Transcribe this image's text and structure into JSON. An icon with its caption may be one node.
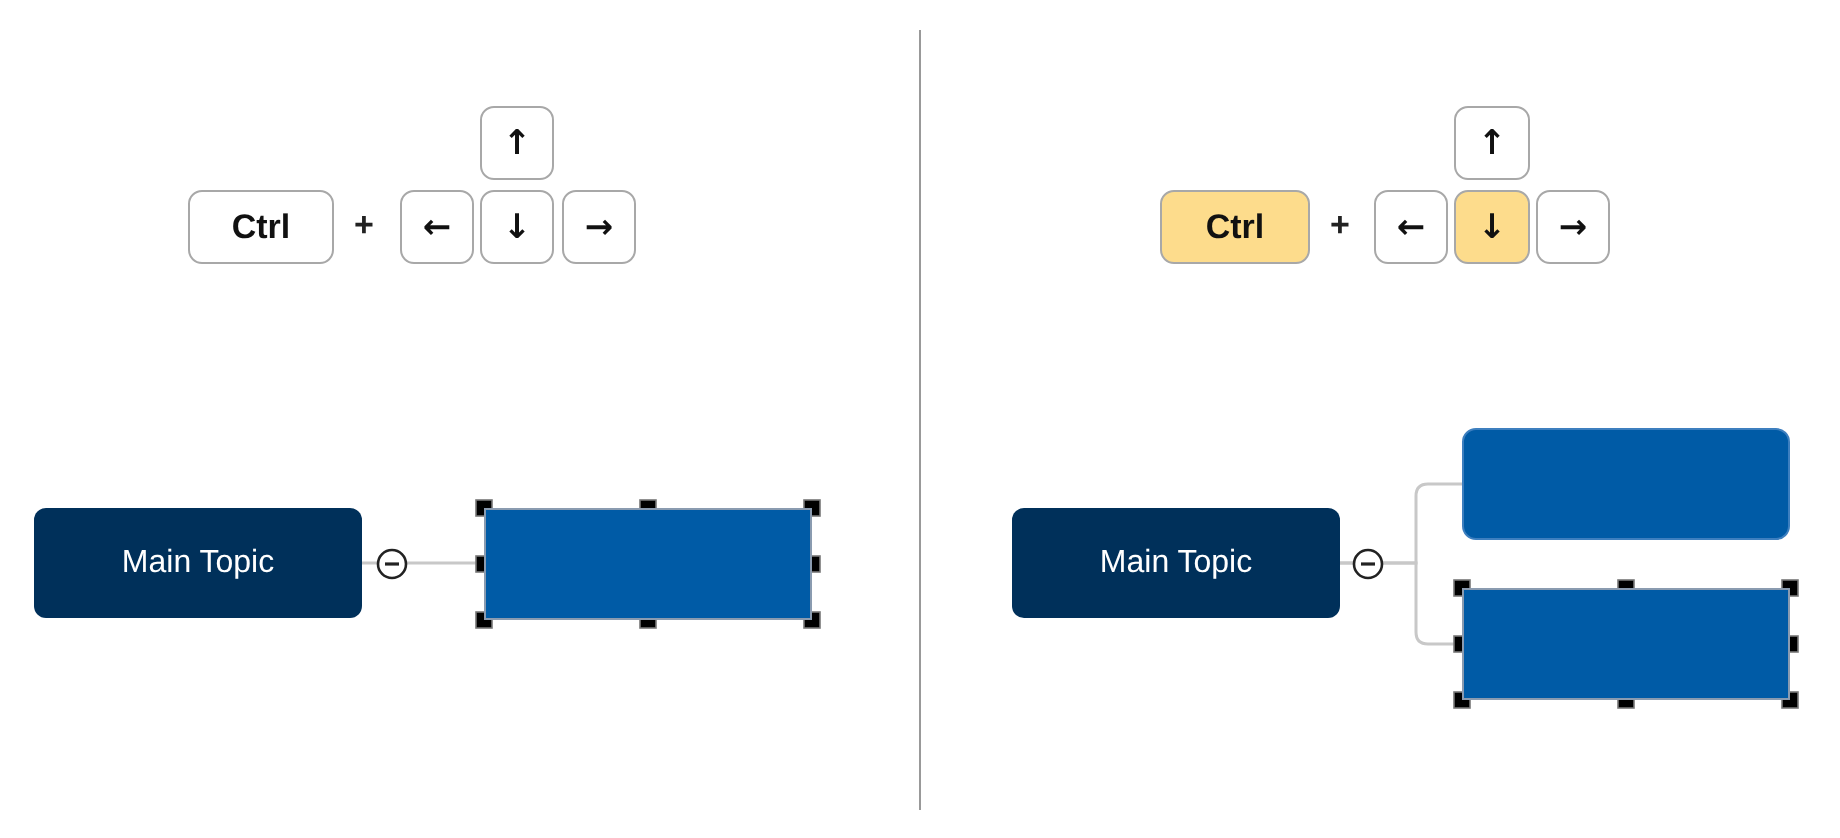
{
  "diagram": {
    "nodes": [
      {
        "text": [
          "↑"
        ]
      },
      {
        "text": [
          "Ctrl"
        ]
      },
      {
        "text": [
          "←"
        ]
      },
      {
        "text": [
          "↓"
        ]
      },
      {
        "text": [
          "→"
        ]
      },
      {
        "text": [
          "Main Topic"
        ]
      },
      {
        "text": [],
        "shape": "box"
      },
      {
        "text": [
          "↑"
        ]
      },
      {
        "text": [
          "Ctrl"
        ]
      },
      {
        "text": [
          "←"
        ]
      },
      {
        "text": [
          "↓"
        ]
      },
      {
        "text": [
          "→"
        ]
      },
      {
        "text": [
          "Main Topic"
        ]
      },
      {
        "text": [],
        "shape": "box"
      },
      {
        "text": [],
        "shape": "box"
      }
    ],
    "edges": [
      {
        "from": 5,
        "to": 6,
        "arrow": "none"
      },
      {
        "from": 12,
        "to": 13,
        "arrow": "none"
      },
      {
        "from": 12,
        "to": 14,
        "arrow": "none"
      }
    ],
    "labels": [
      "+",
      "+"
    ]
  }
}
